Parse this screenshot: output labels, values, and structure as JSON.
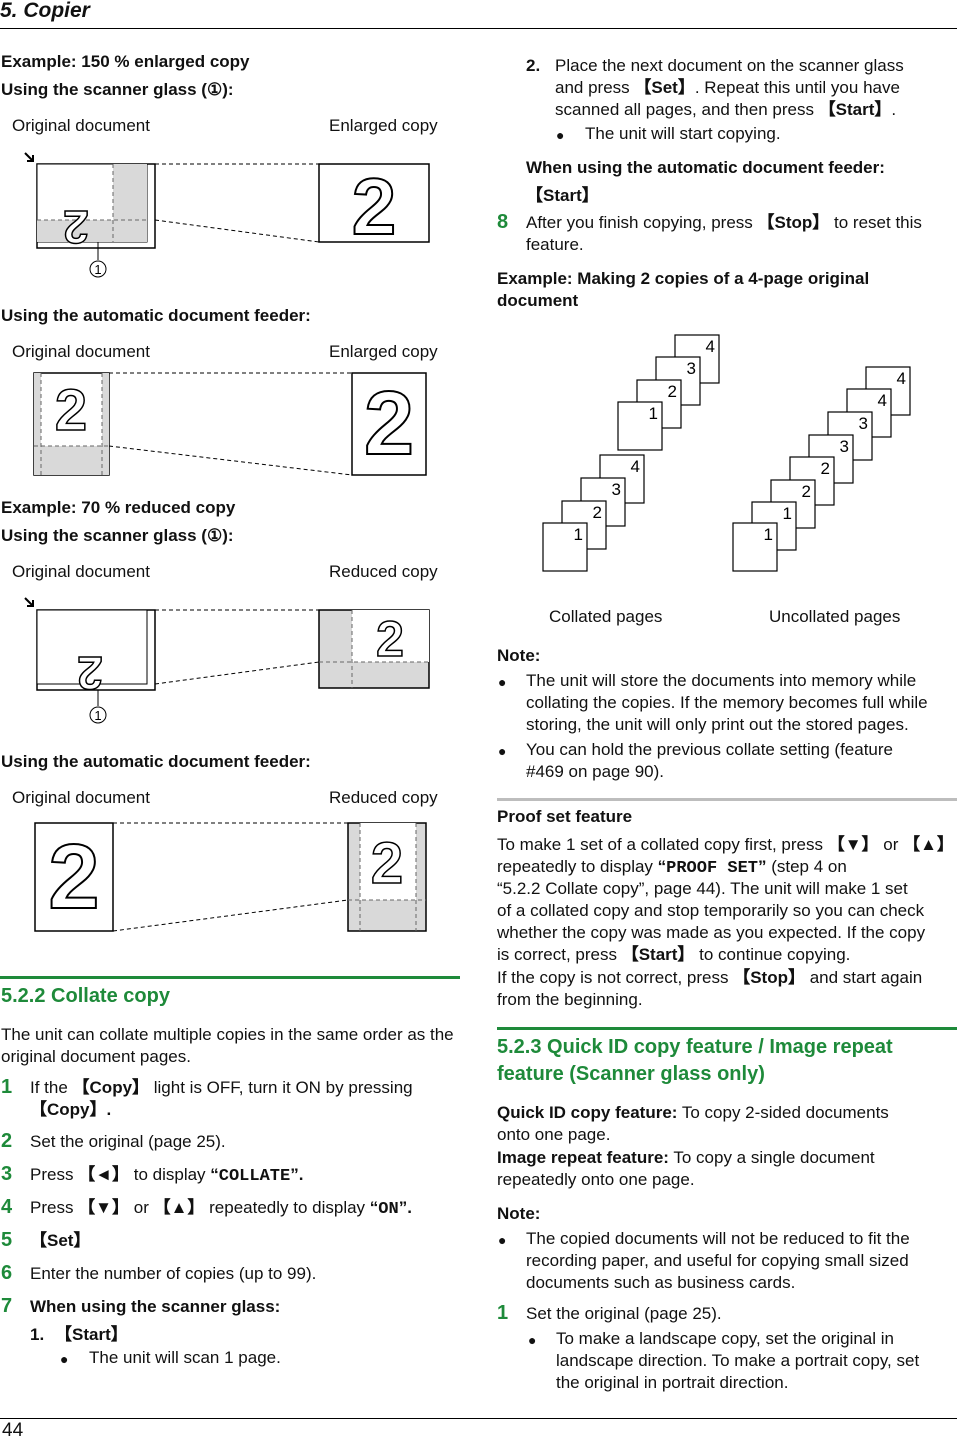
{
  "header": {
    "section": "5. Copier",
    "page_number": "44"
  },
  "left": {
    "ex150_title": "Example: 150 % enlarged copy",
    "sg_label_1": "Using the scanner glass (①):",
    "orig_doc": "Original document",
    "enlarged_copy": "Enlarged copy",
    "adf_label": "Using the automatic document feeder:",
    "ex70_title": "Example: 70 % reduced copy",
    "reduced_copy": "Reduced copy",
    "callout": "①",
    "digit": "2",
    "collate_heading": "5.2.2 Collate copy",
    "collate_intro": "The unit can collate multiple copies in the same order as the original document pages.",
    "steps": {
      "s1_num": "1",
      "s1_a": "If the ",
      "s1_key": "【Copy】",
      "s1_b": " light is OFF, turn it ON by pressing",
      "s1_c": "【Copy】.",
      "s2_num": "2",
      "s2": "Set the original (page 25).",
      "s3_num": "3",
      "s3_a": "Press ",
      "s3_key": "【◄】",
      "s3_b": " to display ",
      "s3_q1": "“",
      "s3_disp": "COLLATE",
      "s3_q2": "”.",
      "s4_num": "4",
      "s4_a": "Press ",
      "s4_k1": "【▼】",
      "s4_b": " or ",
      "s4_k2": "【▲】",
      "s4_c": " repeatedly to display ",
      "s4_q1": "“",
      "s4_disp": "ON",
      "s4_q2": "”.",
      "s5_num": "5",
      "s5": "【Set】",
      "s6_num": "6",
      "s6": "Enter the number of copies (up to 99).",
      "s7_num": "7",
      "s7": "When using the scanner glass:",
      "s7_1_num": "1.",
      "s7_1": "【Start】",
      "s7_1_bullet": "The unit will scan 1 page."
    }
  },
  "right": {
    "s7_2_num": "2.",
    "s7_2_a": "Place the next document on the scanner glass",
    "s7_2_b1": "and press ",
    "s7_2_key1": "【Set】",
    "s7_2_b2": ". Repeat this until you have",
    "s7_2_c1": "scanned all pages, and then press ",
    "s7_2_key2": "【Start】",
    "s7_2_c2": ".",
    "s7_2_bullet": "The unit will start copying.",
    "adf_when": "When using the automatic document feeder:",
    "adf_start": "【Start】",
    "s8_num": "8",
    "s8_a": "After you finish copying, press ",
    "s8_key": "【Stop】",
    "s8_b": " to reset this",
    "s8_c": "feature.",
    "ex_title_1": "Example: Making 2 copies of a 4-page original",
    "ex_title_2": "document",
    "collated_caption": "Collated pages",
    "uncollated_caption": "Uncollated pages",
    "page_nums": [
      "1",
      "2",
      "3",
      "4"
    ],
    "note_label": "Note:",
    "note1_l1": "The unit will store the documents into memory while",
    "note1_l2": "collating the copies. If the memory becomes full while",
    "note1_l3": "storing, the unit will only print out the stored pages.",
    "note2_l1": "You can hold the previous collate setting (feature",
    "note2_l2": "#469 on page 90).",
    "proof_title": "Proof set feature",
    "proof_l1a": "To make 1 set of a collated copy first, press ",
    "proof_k1": "【▼】",
    "proof_l1b": " or ",
    "proof_k2": "【▲】",
    "proof_l2a": "repeatedly to display ",
    "proof_q1": "“",
    "proof_disp": "PROOF SET",
    "proof_q2": "”",
    "proof_l2b": " (step 4 on",
    "proof_l3": "“5.2.2  Collate copy”, page 44). The unit will make 1 set",
    "proof_l4": "of a collated copy and stop temporarily so you can check",
    "proof_l5": "whether the copy was made as you expected. If the copy",
    "proof_l6a": "is correct, press ",
    "proof_k3": "【Start】",
    "proof_l6b": " to continue copying.",
    "proof_l7a": "If the copy is not correct, press ",
    "proof_k4": "【Stop】",
    "proof_l7b": " and start again",
    "proof_l8": "from the beginning.",
    "quick_heading_1": "5.2.3 Quick ID copy feature / Image repeat",
    "quick_heading_2": "feature (Scanner glass only)",
    "qid_label": "Quick ID copy feature:",
    "qid_text": " To copy 2-sided documents",
    "qid_text2": "onto one page.",
    "ir_label": "Image repeat feature:",
    "ir_text": " To copy a single document",
    "ir_text2": "repeatedly onto one page.",
    "note2_label": "Note:",
    "note3_l1": "The copied documents will not be reduced to fit the",
    "note3_l2": "recording paper, and useful for copying small sized",
    "note3_l3": "documents such as business cards.",
    "q1_num": "1",
    "q1": "Set the original (page 25).",
    "q1_bullet_l1": "To make a landscape copy, set the original in",
    "q1_bullet_l2": "landscape direction. To make a portrait copy, set",
    "q1_bullet_l3": "the original in portrait direction."
  }
}
